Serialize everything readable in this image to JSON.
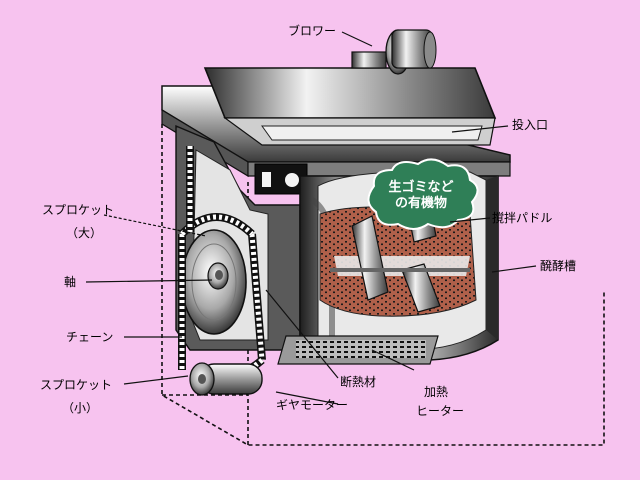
{
  "labels": {
    "blower": "ブロワー",
    "inlet": "投入口",
    "stirring_paddle": "撹拌パドル",
    "fermentation_tank": "醗酵槽",
    "sprocket_large_line1": "スプロケット",
    "sprocket_large_line2": "（大）",
    "shaft": "軸",
    "chain": "チェーン",
    "sprocket_small_line1": "スプロケット",
    "sprocket_small_line2": "（小）",
    "insulation": "断熱材",
    "heater_line1": "加熱",
    "heater_line2": "ヒーター",
    "gear_motor": "ギヤモーター"
  },
  "callout": {
    "line1": "生ゴミなど",
    "line2": "の有機物"
  },
  "colors": {
    "background": "#f7c3ef",
    "callout_fill": "#2f7f57",
    "compost": "#b0604a",
    "metal_dark": "#3c3c3c",
    "metal_light": "#d8d8d8"
  }
}
